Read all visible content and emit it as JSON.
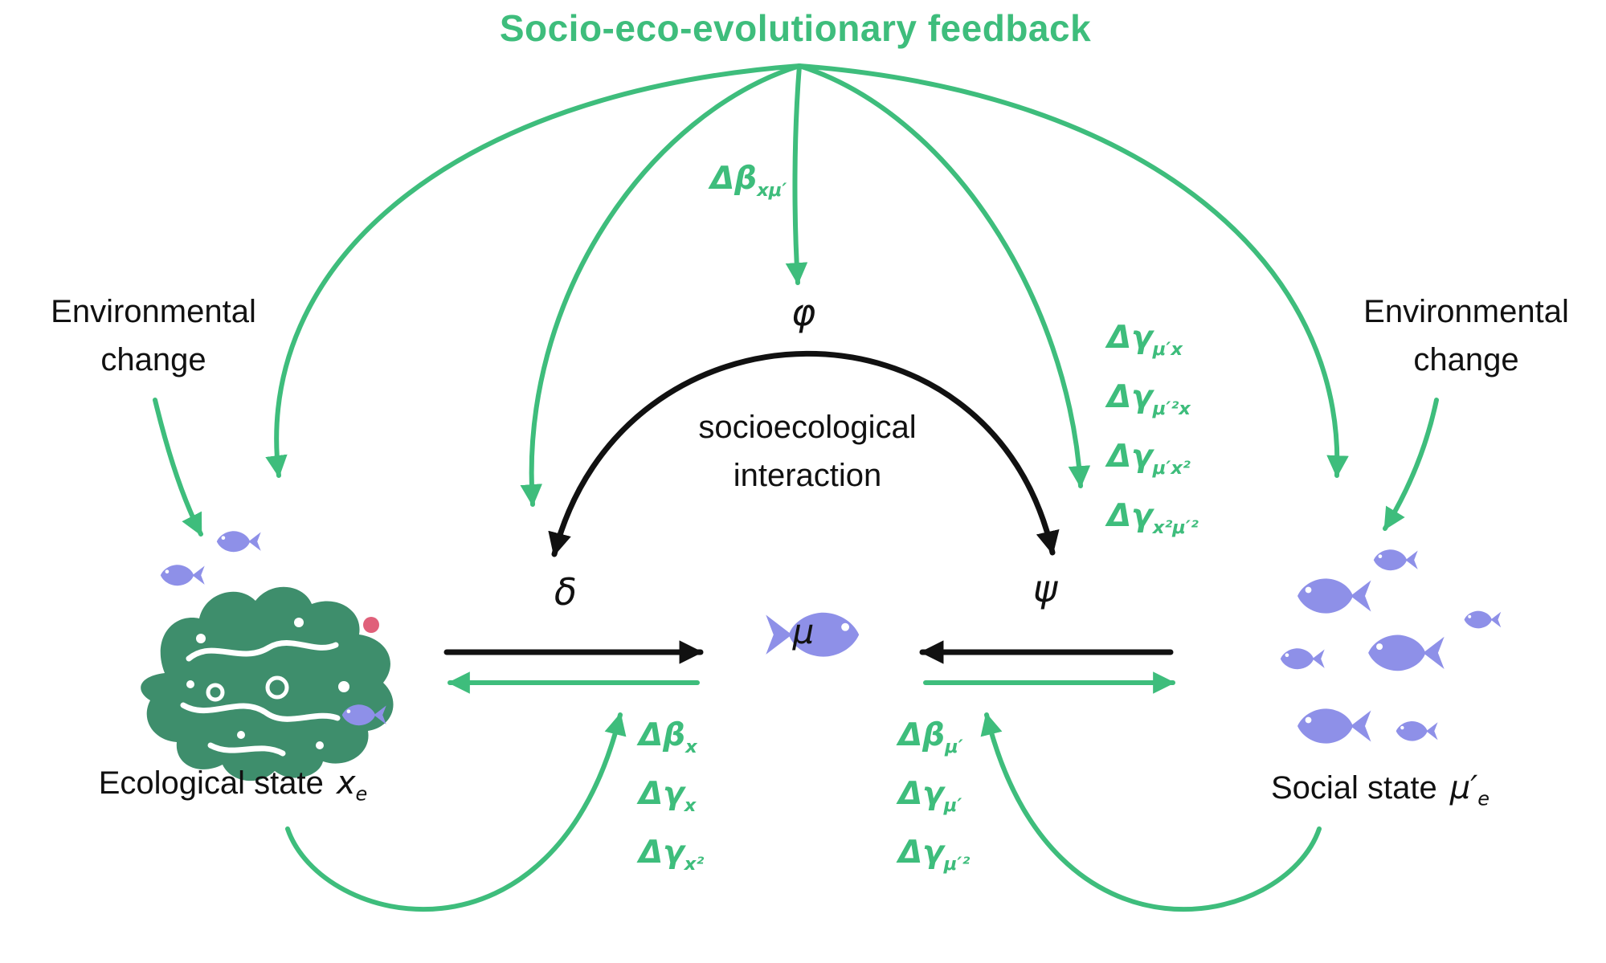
{
  "title": "Socio-eco-evolutionary feedback",
  "colors": {
    "green": "#3ebd7c",
    "coral": "#3e8e6c",
    "fish": "#8e90e8",
    "ink": "#111111"
  },
  "icons": {
    "coral": "coral-icon",
    "fish": "fish-icon",
    "arrow": "arrow-icon"
  },
  "left": {
    "env_line1": "Environmental",
    "env_line2": "change",
    "state_label": "Ecological state",
    "state_var": "x",
    "state_sub": "e"
  },
  "right": {
    "env_line1": "Environmental",
    "env_line2": "change",
    "state_label": "Social state",
    "state_var": "μ′",
    "state_sub": "e"
  },
  "center": {
    "phi": "φ",
    "delta": "δ",
    "psi": "ψ",
    "mu": "μ",
    "interaction_line1": "socioecological",
    "interaction_line2": "interaction"
  },
  "terms": {
    "beta_xmu": {
      "base": "Δβ",
      "sub": "xμ′"
    },
    "right_stack": [
      {
        "base": "Δγ",
        "sub": "μ′x"
      },
      {
        "base": "Δγ",
        "sub": "μ′²x"
      },
      {
        "base": "Δγ",
        "sub": "μ′x²"
      },
      {
        "base": "Δγ",
        "sub": "x²μ′²"
      }
    ],
    "left_stack": [
      {
        "base": "Δβ",
        "sub": "x"
      },
      {
        "base": "Δγ",
        "sub": "x"
      },
      {
        "base": "Δγ",
        "sub": "x²"
      }
    ],
    "mid_stack": [
      {
        "base": "Δβ",
        "sub": "μ′"
      },
      {
        "base": "Δγ",
        "sub": "μ′"
      },
      {
        "base": "Δγ",
        "sub": "μ′²"
      }
    ]
  }
}
